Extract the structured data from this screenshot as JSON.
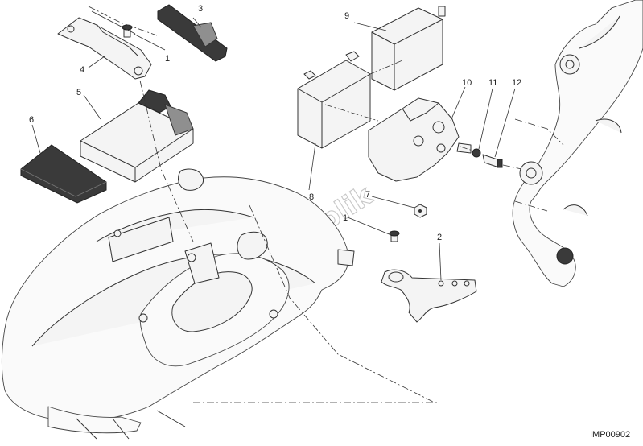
{
  "callouts": {
    "c1": "1",
    "c2": "2",
    "c3": "3",
    "c4": "4",
    "c5": "5",
    "c6": "6",
    "c7": "7",
    "c8": "8",
    "c9": "9",
    "c10": "10",
    "c11": "11",
    "c12": "12",
    "c1b": "1"
  },
  "watermark": "PartsRepublik",
  "drawing_code": "IMP00902",
  "colors": {
    "line": "#333333",
    "dark_part": "#3a3a3a",
    "watermark": "#c8c8c8"
  }
}
